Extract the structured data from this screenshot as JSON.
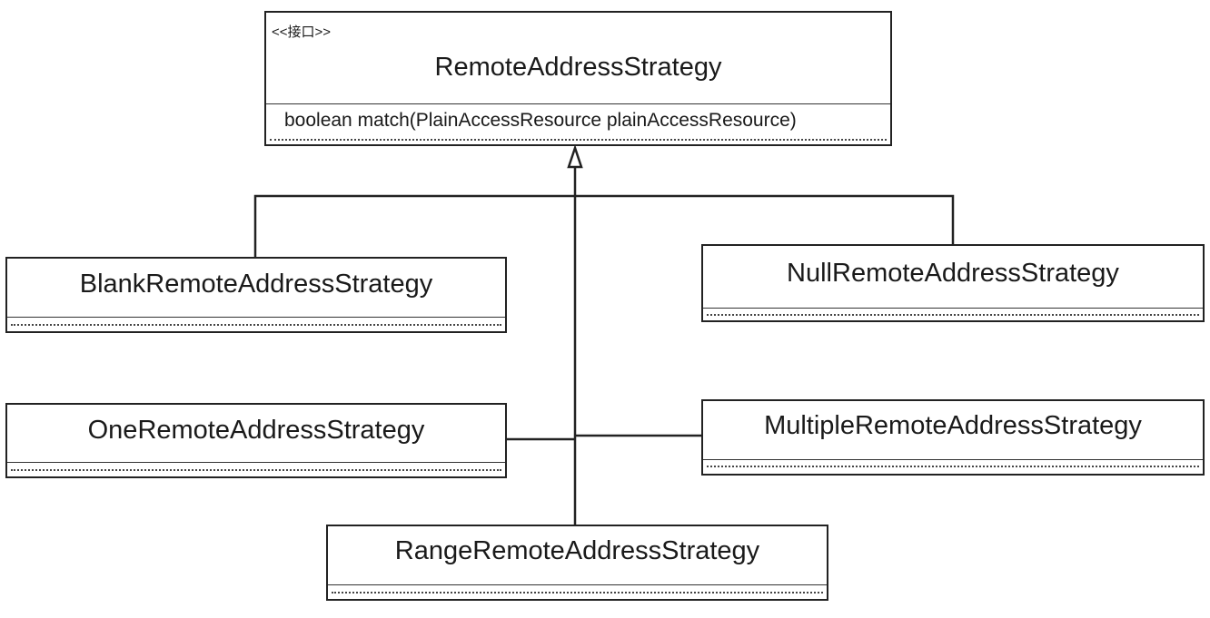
{
  "interface": {
    "stereotype": "<<接口>>",
    "name": "RemoteAddressStrategy",
    "method": "boolean match(PlainAccessResource plainAccessResource)"
  },
  "implementations": {
    "blank": "BlankRemoteAddressStrategy",
    "null": "NullRemoteAddressStrategy",
    "one": "OneRemoteAddressStrategy",
    "multiple": "MultipleRemoteAddressStrategy",
    "range": "RangeRemoteAddressStrategy"
  }
}
